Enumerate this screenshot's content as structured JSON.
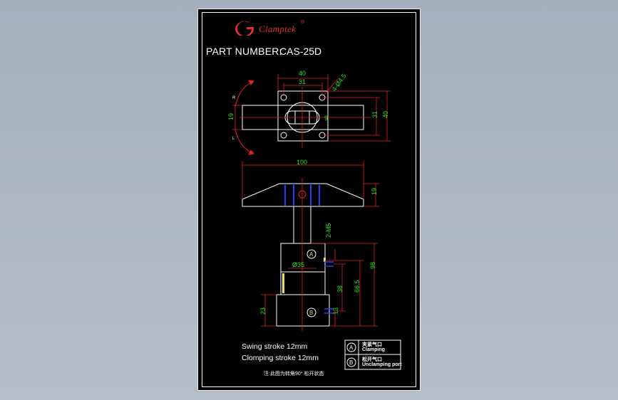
{
  "title_block": {
    "brand": "Clamptek",
    "registered_mark": "®",
    "part_number_label": "PART NUMBER:",
    "part_number": "CAS-25D"
  },
  "top_view": {
    "dim_width_outer": "40",
    "dim_width_inner": "31",
    "dim_holes": "4-Ø4.5",
    "dim_height_outer": "40",
    "dim_height_inner": "31",
    "dim_arm_width": "19",
    "dim_slot": "9",
    "rotation_right": "R",
    "rotation_left": "L"
  },
  "side_view": {
    "dim_arm_length": "100",
    "dim_arm_height": "19",
    "dim_port_thread": "2-M5",
    "dim_body_diameter": "Ø35",
    "dim_total_height": "98",
    "dim_body_height": "66.5",
    "dim_port_spacing": "38",
    "dim_base_height": "23",
    "dim_port_offset": "13",
    "port_a": "A",
    "port_b": "B"
  },
  "notes": {
    "swing_stroke": "Swing stroke 12mm",
    "clamping_stroke": "Clomping stroke 12mm",
    "footnote": "注:此图为转角90° 松开状态"
  },
  "legend": {
    "a_symbol": "A",
    "a_cn": "夹紧气口",
    "a_en": "Clamping",
    "b_symbol": "B",
    "b_cn": "松开气口",
    "b_en": "Unclamping port"
  },
  "colors": {
    "background": "#a6b0bd",
    "sheet": "#000000",
    "outline": "#ffffff",
    "dimension": "#22e422",
    "dimension_line": "#e82020",
    "accent_blue": "#2a3cff",
    "accent_yellow": "#e8e060",
    "brand_red": "#e23030"
  }
}
